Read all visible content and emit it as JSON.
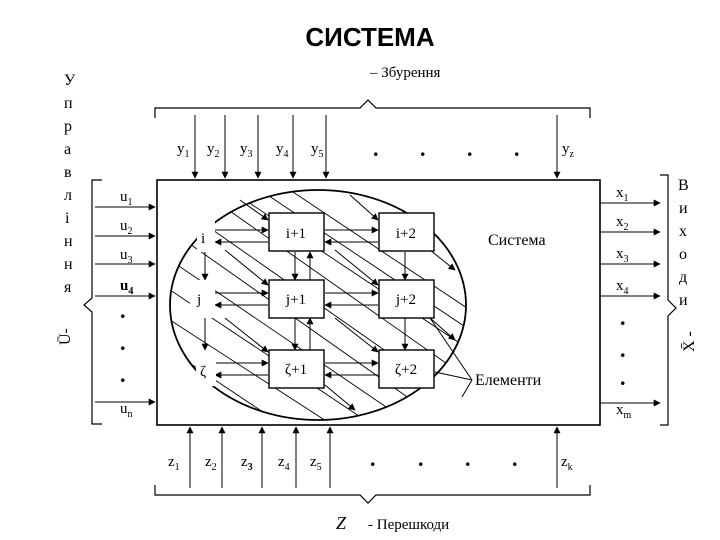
{
  "title": "СИСТЕМА",
  "disturbances": {
    "caption": "– Збурення",
    "inputs": [
      {
        "base": "y",
        "sub": "1"
      },
      {
        "base": "y",
        "sub": "2"
      },
      {
        "base": "y",
        "sub": "3"
      },
      {
        "base": "y",
        "sub": "4"
      },
      {
        "base": "y",
        "sub": "5"
      },
      {
        "base": "y",
        "sub": "z"
      }
    ]
  },
  "controls": {
    "vertical_label": [
      "У",
      "п",
      "р",
      "а",
      "в",
      "л",
      "і",
      "н",
      "н",
      "я"
    ],
    "vector_symbol": "Ū-",
    "inputs": [
      {
        "base": "u",
        "sub": "1"
      },
      {
        "base": "u",
        "sub": "2"
      },
      {
        "base": "u",
        "sub": "3"
      },
      {
        "base": "u",
        "sub": "4"
      },
      {
        "base": "u",
        "sub": "n"
      }
    ]
  },
  "outputs": {
    "vertical_label": [
      "В",
      "и",
      "х",
      "о",
      "д",
      "и"
    ],
    "vector_symbol": "X̄ -",
    "items": [
      {
        "base": "x",
        "sub": "1"
      },
      {
        "base": "x",
        "sub": "2"
      },
      {
        "base": "x",
        "sub": "3"
      },
      {
        "base": "x",
        "sub": "4"
      },
      {
        "base": "x",
        "sub": "m"
      }
    ]
  },
  "noise": {
    "symbol": "Z⃗",
    "caption": "- Перешкоди",
    "inputs": [
      {
        "base": "z",
        "sub": "1"
      },
      {
        "base": "z",
        "sub": "2"
      },
      {
        "base": "z",
        "sub": "3"
      },
      {
        "base": "z",
        "sub": "4"
      },
      {
        "base": "z",
        "sub": "5"
      },
      {
        "base": "z",
        "sub": "k"
      }
    ]
  },
  "system_label": "Система",
  "elements_label": "Елементи",
  "cells": [
    "i",
    "i+1",
    "i+2",
    "j",
    "j+1",
    "j+2",
    "ζ",
    "ζ+1",
    "ζ+2"
  ],
  "ellipsis_dot": "."
}
